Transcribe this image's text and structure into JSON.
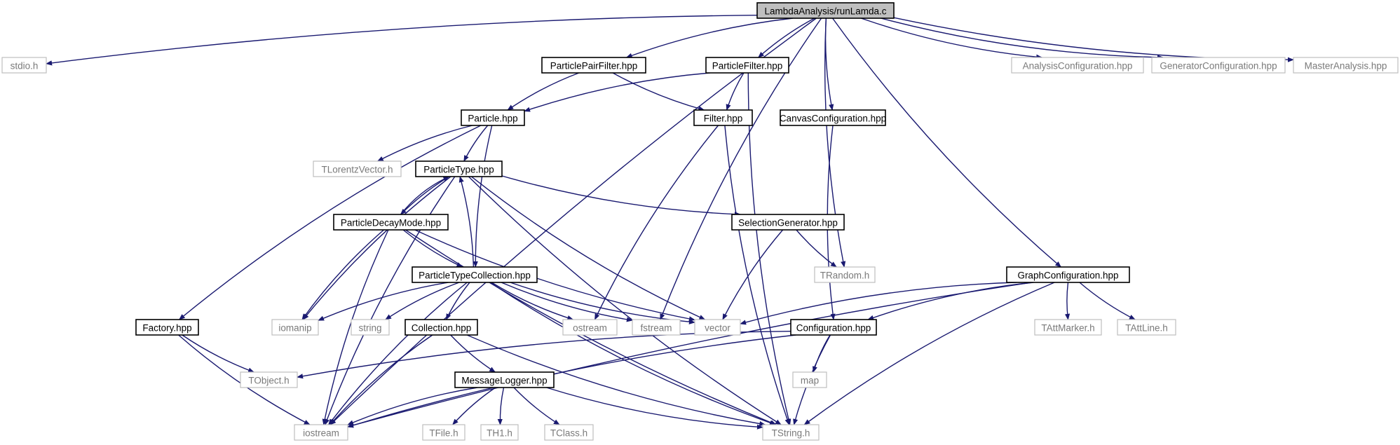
{
  "colors": {
    "edge": "#191970",
    "root_fill": "#bfbfbf",
    "local_border": "#000000",
    "system_border": "#bfbfbf",
    "system_text": "#7a7a7a"
  },
  "nodes": [
    {
      "id": "root",
      "label": "LambdaAnalysis/runLamda.c",
      "kind": "root"
    },
    {
      "id": "stdio",
      "label": "stdio.h",
      "kind": "system"
    },
    {
      "id": "ppf",
      "label": "ParticlePairFilter.hpp",
      "kind": "local"
    },
    {
      "id": "pf",
      "label": "ParticleFilter.hpp",
      "kind": "local"
    },
    {
      "id": "anacfg",
      "label": "AnalysisConfiguration.hpp",
      "kind": "system"
    },
    {
      "id": "gencfg",
      "label": "GeneratorConfiguration.hpp",
      "kind": "system"
    },
    {
      "id": "master",
      "label": "MasterAnalysis.hpp",
      "kind": "system"
    },
    {
      "id": "particle",
      "label": "Particle.hpp",
      "kind": "local"
    },
    {
      "id": "filter",
      "label": "Filter.hpp",
      "kind": "local"
    },
    {
      "id": "canvascfg",
      "label": "CanvasConfiguration.hpp",
      "kind": "local"
    },
    {
      "id": "tlorentz",
      "label": "TLorentzVector.h",
      "kind": "system"
    },
    {
      "id": "ptype",
      "label": "ParticleType.hpp",
      "kind": "local"
    },
    {
      "id": "selgen",
      "label": "SelectionGenerator.hpp",
      "kind": "local"
    },
    {
      "id": "pdm",
      "label": "ParticleDecayMode.hpp",
      "kind": "local"
    },
    {
      "id": "trandom",
      "label": "TRandom.h",
      "kind": "system"
    },
    {
      "id": "graphcfg",
      "label": "GraphConfiguration.hpp",
      "kind": "local"
    },
    {
      "id": "ptc",
      "label": "ParticleTypeCollection.hpp",
      "kind": "local"
    },
    {
      "id": "factory",
      "label": "Factory.hpp",
      "kind": "local"
    },
    {
      "id": "iomanip",
      "label": "iomanip",
      "kind": "system"
    },
    {
      "id": "string",
      "label": "string",
      "kind": "system"
    },
    {
      "id": "collection",
      "label": "Collection.hpp",
      "kind": "local"
    },
    {
      "id": "ostream",
      "label": "ostream",
      "kind": "system"
    },
    {
      "id": "fstream",
      "label": "fstream",
      "kind": "system"
    },
    {
      "id": "vector",
      "label": "vector",
      "kind": "system"
    },
    {
      "id": "config",
      "label": "Configuration.hpp",
      "kind": "local"
    },
    {
      "id": "tattmarker",
      "label": "TAttMarker.h",
      "kind": "system"
    },
    {
      "id": "tattline",
      "label": "TAttLine.h",
      "kind": "system"
    },
    {
      "id": "tobject",
      "label": "TObject.h",
      "kind": "system"
    },
    {
      "id": "map",
      "label": "map",
      "kind": "system"
    },
    {
      "id": "msglog",
      "label": "MessageLogger.hpp",
      "kind": "local"
    },
    {
      "id": "iostream",
      "label": "iostream",
      "kind": "system"
    },
    {
      "id": "tfile",
      "label": "TFile.h",
      "kind": "system"
    },
    {
      "id": "th1",
      "label": "TH1.h",
      "kind": "system"
    },
    {
      "id": "tclass",
      "label": "TClass.h",
      "kind": "system"
    },
    {
      "id": "tstring",
      "label": "TString.h",
      "kind": "system"
    }
  ],
  "edges": [
    [
      "root",
      "stdio"
    ],
    [
      "root",
      "iostream"
    ],
    [
      "root",
      "ppf"
    ],
    [
      "root",
      "fstream"
    ],
    [
      "root",
      "pf"
    ],
    [
      "root",
      "canvascfg"
    ],
    [
      "root",
      "trandom"
    ],
    [
      "root",
      "graphcfg"
    ],
    [
      "root",
      "anacfg"
    ],
    [
      "root",
      "gencfg"
    ],
    [
      "root",
      "master"
    ],
    [
      "ppf",
      "particle"
    ],
    [
      "ppf",
      "filter"
    ],
    [
      "pf",
      "particle"
    ],
    [
      "pf",
      "filter"
    ],
    [
      "pf",
      "tstring"
    ],
    [
      "particle",
      "factory"
    ],
    [
      "particle",
      "tlorentz"
    ],
    [
      "particle",
      "ptype"
    ],
    [
      "particle",
      "ptc"
    ],
    [
      "filter",
      "ostream"
    ],
    [
      "filter",
      "tstring"
    ],
    [
      "canvascfg",
      "config"
    ],
    [
      "ptype",
      "iostream"
    ],
    [
      "ptype",
      "iomanip"
    ],
    [
      "ptype",
      "pdm"
    ],
    [
      "ptype",
      "selgen"
    ],
    [
      "ptype",
      "vector"
    ],
    [
      "ptype",
      "tstring"
    ],
    [
      "pdm",
      "ptype"
    ],
    [
      "pdm",
      "iostream"
    ],
    [
      "pdm",
      "iomanip"
    ],
    [
      "pdm",
      "ptc"
    ],
    [
      "pdm",
      "vector"
    ],
    [
      "pdm",
      "tstring"
    ],
    [
      "selgen",
      "trandom"
    ],
    [
      "selgen",
      "vector"
    ],
    [
      "ptc",
      "ptype"
    ],
    [
      "ptc",
      "iostream"
    ],
    [
      "ptc",
      "iomanip"
    ],
    [
      "ptc",
      "string"
    ],
    [
      "ptc",
      "collection"
    ],
    [
      "ptc",
      "ostream"
    ],
    [
      "ptc",
      "fstream"
    ],
    [
      "ptc",
      "vector"
    ],
    [
      "ptc",
      "tstring"
    ],
    [
      "graphcfg",
      "vector"
    ],
    [
      "graphcfg",
      "config"
    ],
    [
      "graphcfg",
      "iostream"
    ],
    [
      "graphcfg",
      "tattmarker"
    ],
    [
      "graphcfg",
      "tattline"
    ],
    [
      "graphcfg",
      "tstring"
    ],
    [
      "factory",
      "tobject"
    ],
    [
      "factory",
      "iostream"
    ],
    [
      "collection",
      "iostream"
    ],
    [
      "collection",
      "msglog"
    ],
    [
      "collection",
      "tstring"
    ],
    [
      "config",
      "tobject"
    ],
    [
      "config",
      "iostream"
    ],
    [
      "config",
      "map"
    ],
    [
      "config",
      "tstring"
    ],
    [
      "msglog",
      "iostream"
    ],
    [
      "msglog",
      "tfile"
    ],
    [
      "msglog",
      "th1"
    ],
    [
      "msglog",
      "tclass"
    ],
    [
      "msglog",
      "tstring"
    ]
  ]
}
